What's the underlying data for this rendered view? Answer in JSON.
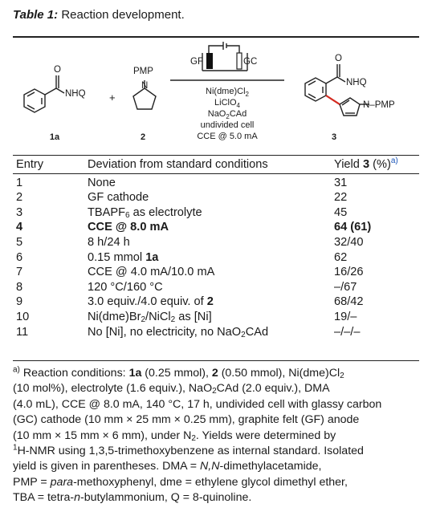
{
  "caption": {
    "label": "Table 1:",
    "title": "Reaction development."
  },
  "scheme": {
    "compound_1a": {
      "group": "NHQ",
      "oxygen": "O",
      "number": "1a"
    },
    "plus": "+",
    "compound_2": {
      "group": "PMP",
      "nitrogen": "N",
      "number": "2"
    },
    "electrodes": {
      "anode": "GF",
      "cathode": "GC"
    },
    "conditions": [
      "Ni(dme)Cl",
      "LiClO",
      "NaO",
      "undivided cell",
      "CCE @ 5.0 mA"
    ],
    "conditions_sub": {
      "nicl": "2",
      "liclo": "4",
      "nao": "2",
      "nao_tail": "CAd"
    },
    "product_3": {
      "group": "NHQ",
      "oxygen": "O",
      "nitrogen_group": "N–PMP",
      "number": "3"
    }
  },
  "table": {
    "headers": {
      "entry": "Entry",
      "deviation": "Deviation from standard conditions",
      "yield_pre": "Yield ",
      "yield_bold": "3",
      "yield_post": " (%)",
      "yield_ref": "a)"
    },
    "rows": [
      {
        "entry": "1",
        "deviation": "None",
        "yield": "31"
      },
      {
        "entry": "2",
        "deviation": "GF cathode",
        "yield": "22"
      },
      {
        "entry": "3",
        "deviation_pre": "TBAPF",
        "deviation_sub": "6",
        "deviation_post": " as electrolyte",
        "yield": "45"
      },
      {
        "entry": "4",
        "deviation": "CCE @ 8.0 mA",
        "yield": "64 (61)"
      },
      {
        "entry": "5",
        "deviation": "8 h/24 h",
        "yield": "32/40"
      },
      {
        "entry": "6",
        "deviation_pre": "0.15 mmol ",
        "deviation_bold": "1a",
        "yield": "62"
      },
      {
        "entry": "7",
        "deviation": "CCE @ 4.0 mA/10.0 mA",
        "yield": "16/26"
      },
      {
        "entry": "8",
        "deviation": "120 °C/160 °C",
        "yield": "–/67"
      },
      {
        "entry": "9",
        "deviation_pre": "3.0 equiv./4.0 equiv. of ",
        "deviation_bold": "2",
        "yield": "68/42"
      },
      {
        "entry": "10",
        "deviation_pre": "Ni(dme)Br",
        "deviation_sub": "2",
        "deviation_post": "/NiCl",
        "deviation_sub2": "2",
        "deviation_post2": " as [Ni]",
        "yield": "19/–"
      },
      {
        "entry": "11",
        "deviation_pre": "No [Ni], no electricity, no NaO",
        "deviation_sub": "2",
        "deviation_post": "CAd",
        "yield": "–/–/–"
      }
    ]
  },
  "footnote": {
    "marker": "a)",
    "lines": {
      "l1a": " Reaction conditions: ",
      "l1b": "1a",
      "l1c": " (0.25 mmol), ",
      "l1d": "2",
      "l1e": " (0.50 mmol), Ni(dme)Cl",
      "l1f": "2",
      "l2a": "(10 mol%), electrolyte (1.6 equiv.), NaO",
      "l2b": "2",
      "l2c": "CAd (2.0 equiv.), DMA",
      "l3": "(4.0 mL), CCE @ 8.0 mA, 140 °C, 17 h, undivided cell with glassy carbon",
      "l4": "(GC) cathode (10 mm × 25 mm × 0.25 mm), graphite felt (GF) anode",
      "l5a": "(10 mm × 15 mm × 6 mm), under N",
      "l5b": "2",
      "l5c": ". Yields were determined by",
      "l6a": "1",
      "l6b": "H-NMR using 1,3,5-trimethoxybenzene as internal standard. Isolated",
      "l7a": "yield is given in parentheses. DMA = ",
      "l7b": "N,N",
      "l7c": "-dimethylacetamide,",
      "l8a": "PMP = ",
      "l8b": "para",
      "l8c": "-methoxyphenyl, dme = ethylene glycol dimethyl ether,",
      "l9a": "TBA = tetra-",
      "l9b": "n",
      "l9c": "-butylammonium, Q = 8-quinoline."
    }
  }
}
